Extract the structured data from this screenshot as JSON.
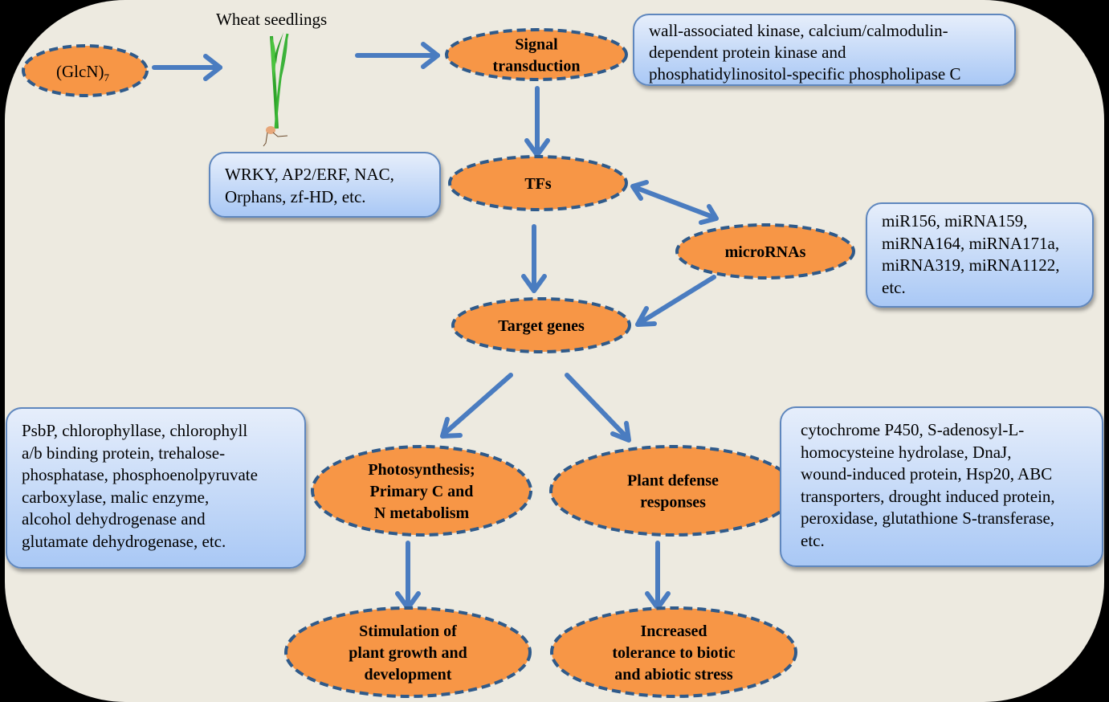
{
  "title_label": "Wheat seedlings",
  "colors": {
    "node_fill": "#F79646",
    "node_border": "#2F5A8A",
    "arrow": "#4A7CC0",
    "background": "#EDEAE0",
    "infobox_top": "#E6EEFB",
    "infobox_bottom": "#A9C8F5"
  },
  "nodes": {
    "glcn": {
      "main": "(GlcN)",
      "sub": "7"
    },
    "signal": {
      "lines": [
        "Signal",
        "transduction"
      ]
    },
    "tfs": {
      "lines": [
        "TFs"
      ]
    },
    "micrornas": {
      "lines": [
        "microRNAs"
      ]
    },
    "target": {
      "lines": [
        "Target genes"
      ]
    },
    "photosynthesis": {
      "lines": [
        "Photosynthesis;",
        "Primary C and",
        "N metabolism"
      ]
    },
    "defense": {
      "lines": [
        "Plant defense",
        "responses"
      ]
    },
    "growth": {
      "lines": [
        "Stimulation of",
        "plant growth and",
        "development"
      ]
    },
    "tolerance": {
      "lines": [
        "Increased",
        "tolerance to biotic",
        "and abiotic stress"
      ]
    }
  },
  "infoboxes": {
    "signal_genes": "wall-associated kinase, calcium/calmodulin-\ndependent protein kinase and\nphosphatidylinositol-specific phospholipase C",
    "tf_genes": "WRKY,  AP2/ERF,  NAC,\nOrphans, zf-HD,  etc.",
    "mirna_list": "miR156, miRNA159,\nmiRNA164, miRNA171a,\nmiRNA319, miRNA1122,\netc.",
    "photo_genes": "PsbP, chlorophyllase, chlorophyll\na/b binding protein, trehalose-\nphosphatase, phosphoenolpyruvate\ncarboxylase, malic enzyme,\nalcohol dehydrogenase and\nglutamate  dehydrogenase, etc.",
    "defense_genes": "cytochrome P450,  S-adenosyl-L-\nhomocysteine hydrolase, DnaJ,\nwound-induced protein, Hsp20,  ABC\ntransporters, drought induced protein,\nperoxidase, glutathione  S-transferase,\netc."
  },
  "icons": {
    "seedling": "wheat-seedling-icon"
  }
}
